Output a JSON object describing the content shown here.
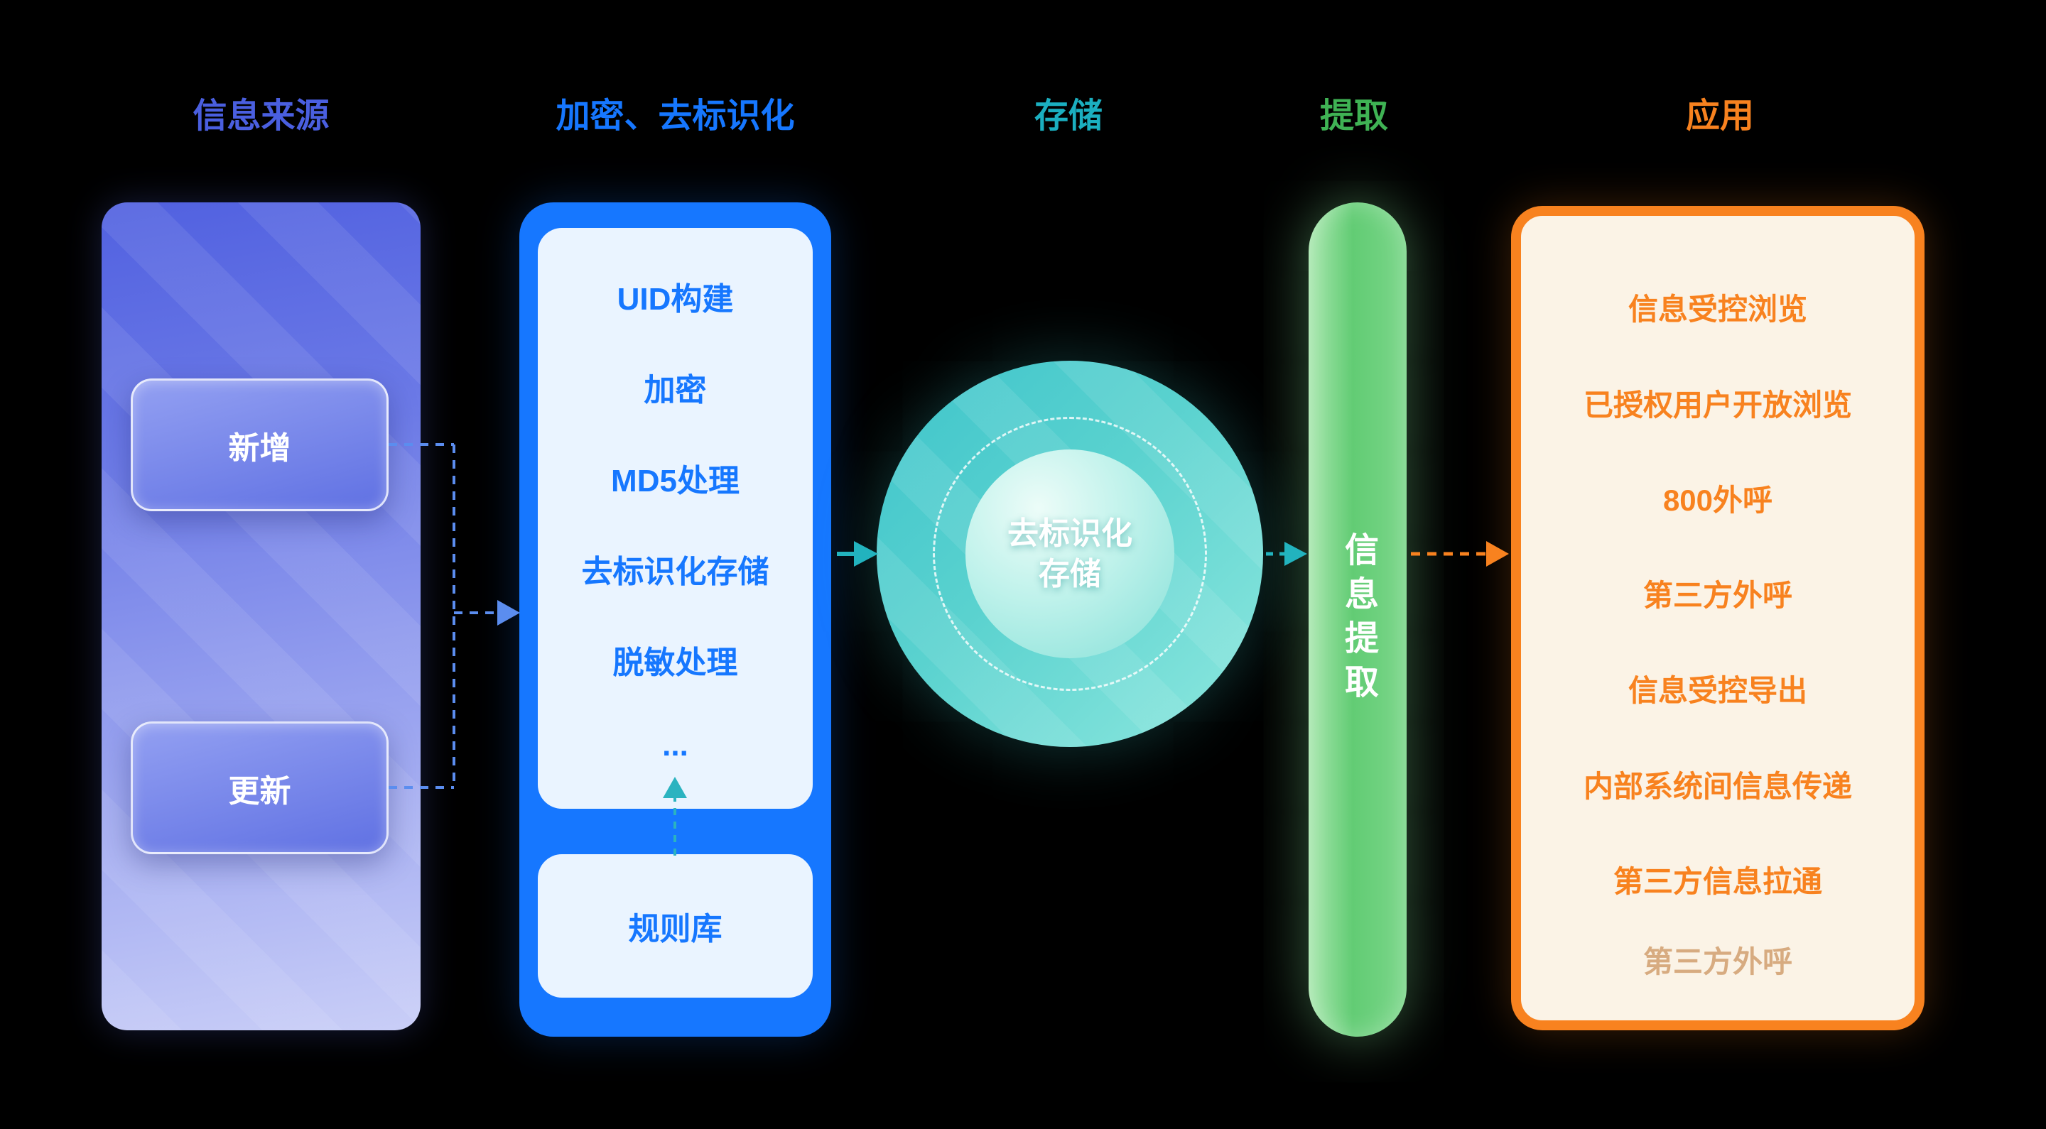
{
  "colors": {
    "background": "#000000",
    "source_accent": "#4A5FE0",
    "encrypt_accent": "#1677FF",
    "storage_accent": "#1BAFC0",
    "extract_accent": "#3FB254",
    "app_accent": "#F8821F"
  },
  "stages": [
    {
      "label": "信息来源"
    },
    {
      "label": "加密、去标识化"
    },
    {
      "label": "存储"
    },
    {
      "label": "提取"
    },
    {
      "label": "应用"
    }
  ],
  "source_panel": {
    "nodes": [
      {
        "label": "新增"
      },
      {
        "label": "更新"
      }
    ]
  },
  "encrypt_panel": {
    "steps": [
      "UID构建",
      "加密",
      "MD5处理",
      "去标识化存储",
      "脱敏处理",
      "..."
    ],
    "rule_library_label": "规则库"
  },
  "storage_circle": {
    "line1": "去标识化",
    "line2": "存储"
  },
  "extract_bar": {
    "label": "信息提取"
  },
  "app_panel": {
    "items": [
      "信息受控浏览",
      "已授权用户开放浏览",
      "800外呼",
      "第三方外呼",
      "信息受控导出",
      "内部系统间信息传递",
      "第三方信息拉通"
    ],
    "faded_item": "第三方外呼"
  }
}
